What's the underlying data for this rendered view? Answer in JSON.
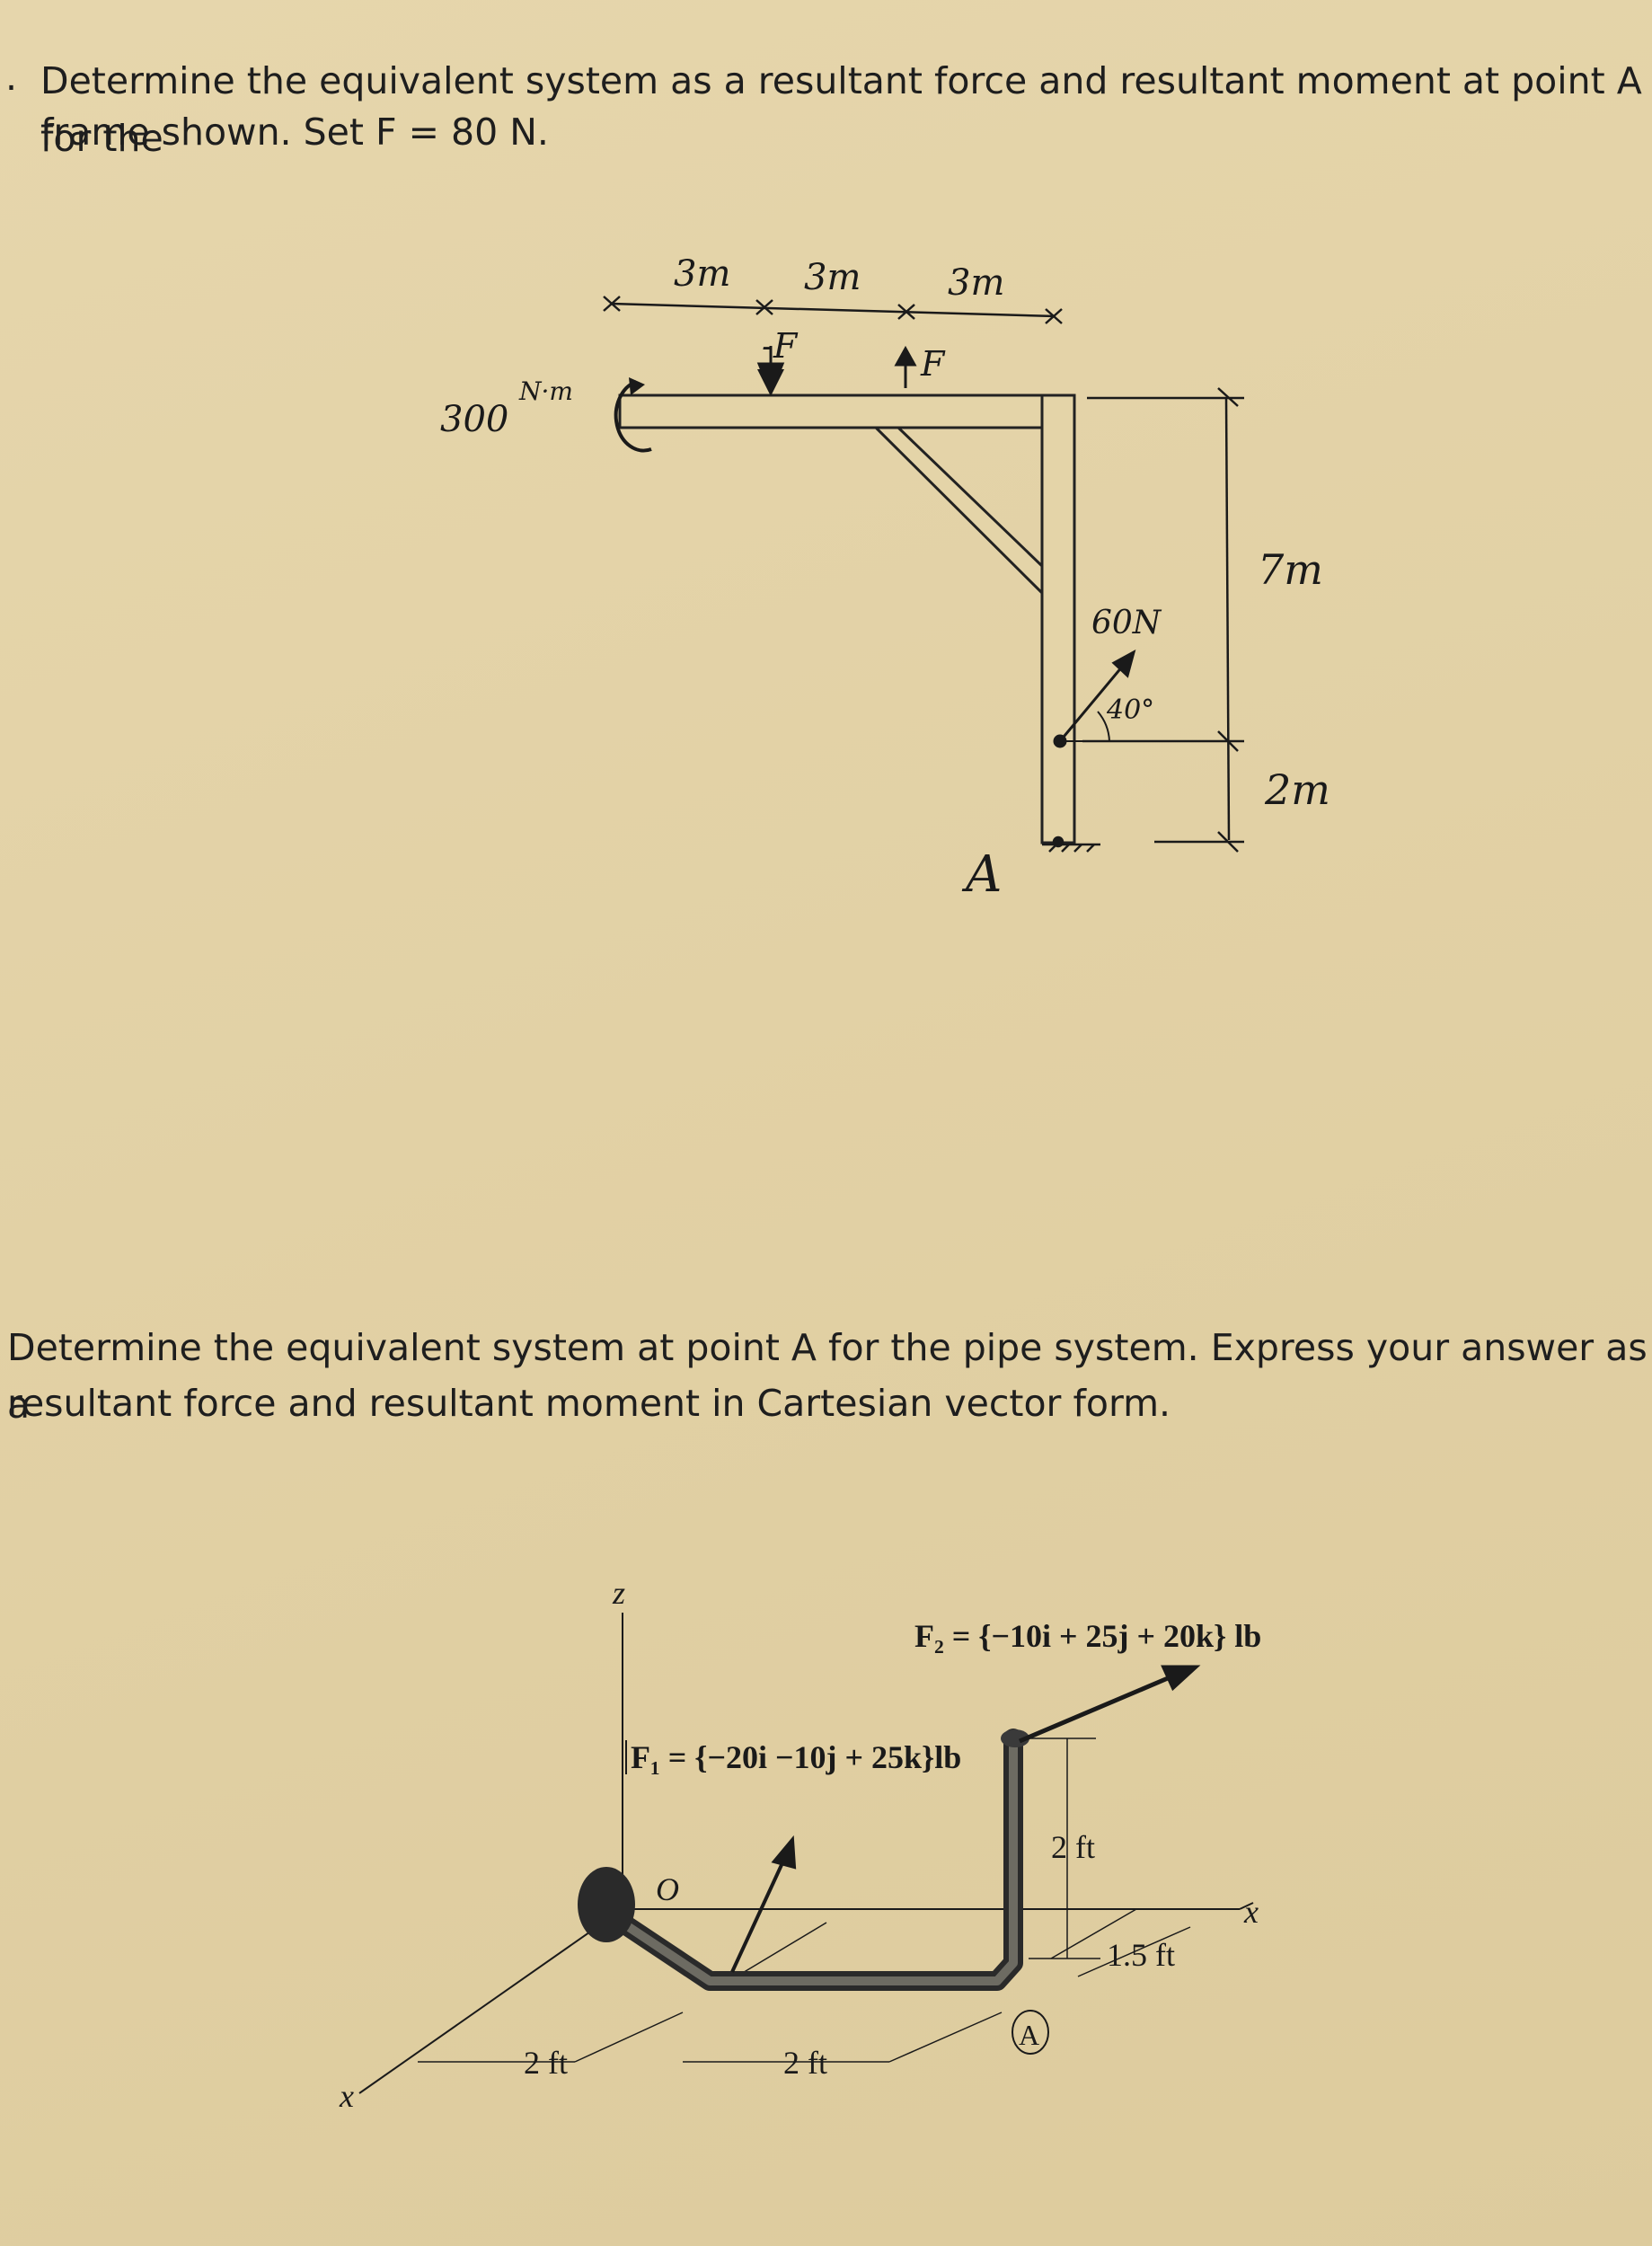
{
  "problem_1": {
    "number_mark": ".",
    "text_line_1": "Determine the equivalent system as a resultant force and resultant moment at point A for the",
    "text_line_2": "frame shown. Set F = 80 N.",
    "figure": {
      "dim_top_1": "3m",
      "dim_top_2": "3m",
      "dim_top_3": "3m",
      "force_down_label": "-F",
      "force_up_label": "F",
      "couple_value": "300",
      "couple_unit": "N·m",
      "dim_right_upper": "7m",
      "dim_right_lower": "2m",
      "inclined_force_label": "60N",
      "inclined_force_angle": "40°",
      "point_label": "A"
    }
  },
  "problem_2": {
    "text_line_1": "Determine the equivalent system at point A for the pipe system. Express your answer as a",
    "text_line_2": "resultant force and resultant moment in Cartesian vector form.",
    "figure": {
      "axis_z": "z",
      "axis_x_left": "x",
      "axis_x_right": "x",
      "force_2": "F₂ = {−10i + 25j + 20k} lb",
      "force_1": "F₁ = {−20i −10j + 25k}lb",
      "origin_label": "O",
      "dim_vertical": "2 ft",
      "dim_side": "1.5 ft",
      "dim_bottom_left": "2 ft",
      "dim_bottom_mid": "2 ft",
      "point_label": "A"
    }
  }
}
